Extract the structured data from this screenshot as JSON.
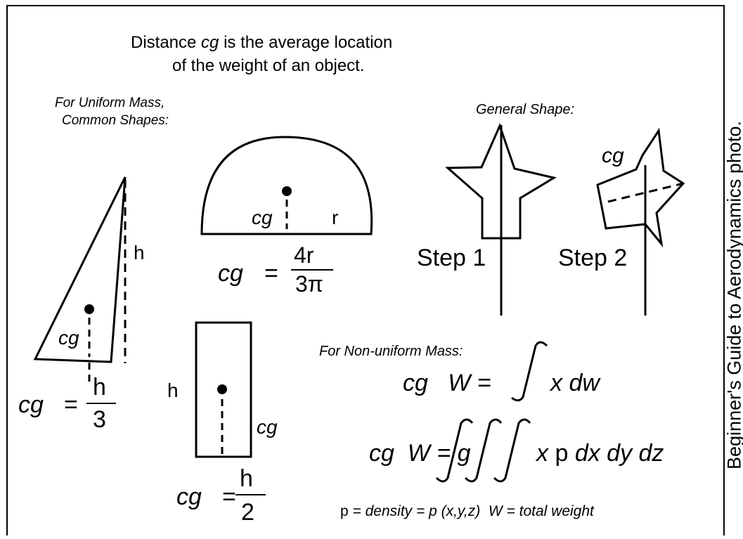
{
  "header": {
    "line1_prefix": "Distance ",
    "line1_var": "cg",
    "line1_suffix": " is the average location",
    "line2": "of the weight of an object."
  },
  "uniform": {
    "line1": "For Uniform Mass,",
    "line2": "Common Shapes:"
  },
  "general_shape": "General Shape:",
  "triangle": {
    "h": "h",
    "cg": "cg",
    "formula_lhs": "cg",
    "eq": "=",
    "num": "h",
    "den": "3"
  },
  "semicircle": {
    "cg": "cg",
    "r": "r",
    "formula_lhs": "cg",
    "eq": "=",
    "num": "4r",
    "den": "3π"
  },
  "rectangle": {
    "h": "h",
    "cg": "cg",
    "formula_lhs": "cg",
    "eq": "=",
    "num": "h",
    "den": "2"
  },
  "steps": {
    "step1": "Step 1",
    "step2": "Step 2",
    "cg": "cg"
  },
  "nonuniform": {
    "title": "For Non-uniform Mass:",
    "eq1_lhs": "cg   W =",
    "eq1_rhs": "x dw",
    "eq2_lhs": "cg  W = g",
    "eq2_rhs_x": "x",
    "eq2_rhs_p": " p ",
    "eq2_rhs_d": "dx dy dz",
    "def_p": "p",
    "def_rest": " = density = p (x,y,z)  W = total weight"
  },
  "credit": "Beginner's Guide to Aerodynamics photo."
}
